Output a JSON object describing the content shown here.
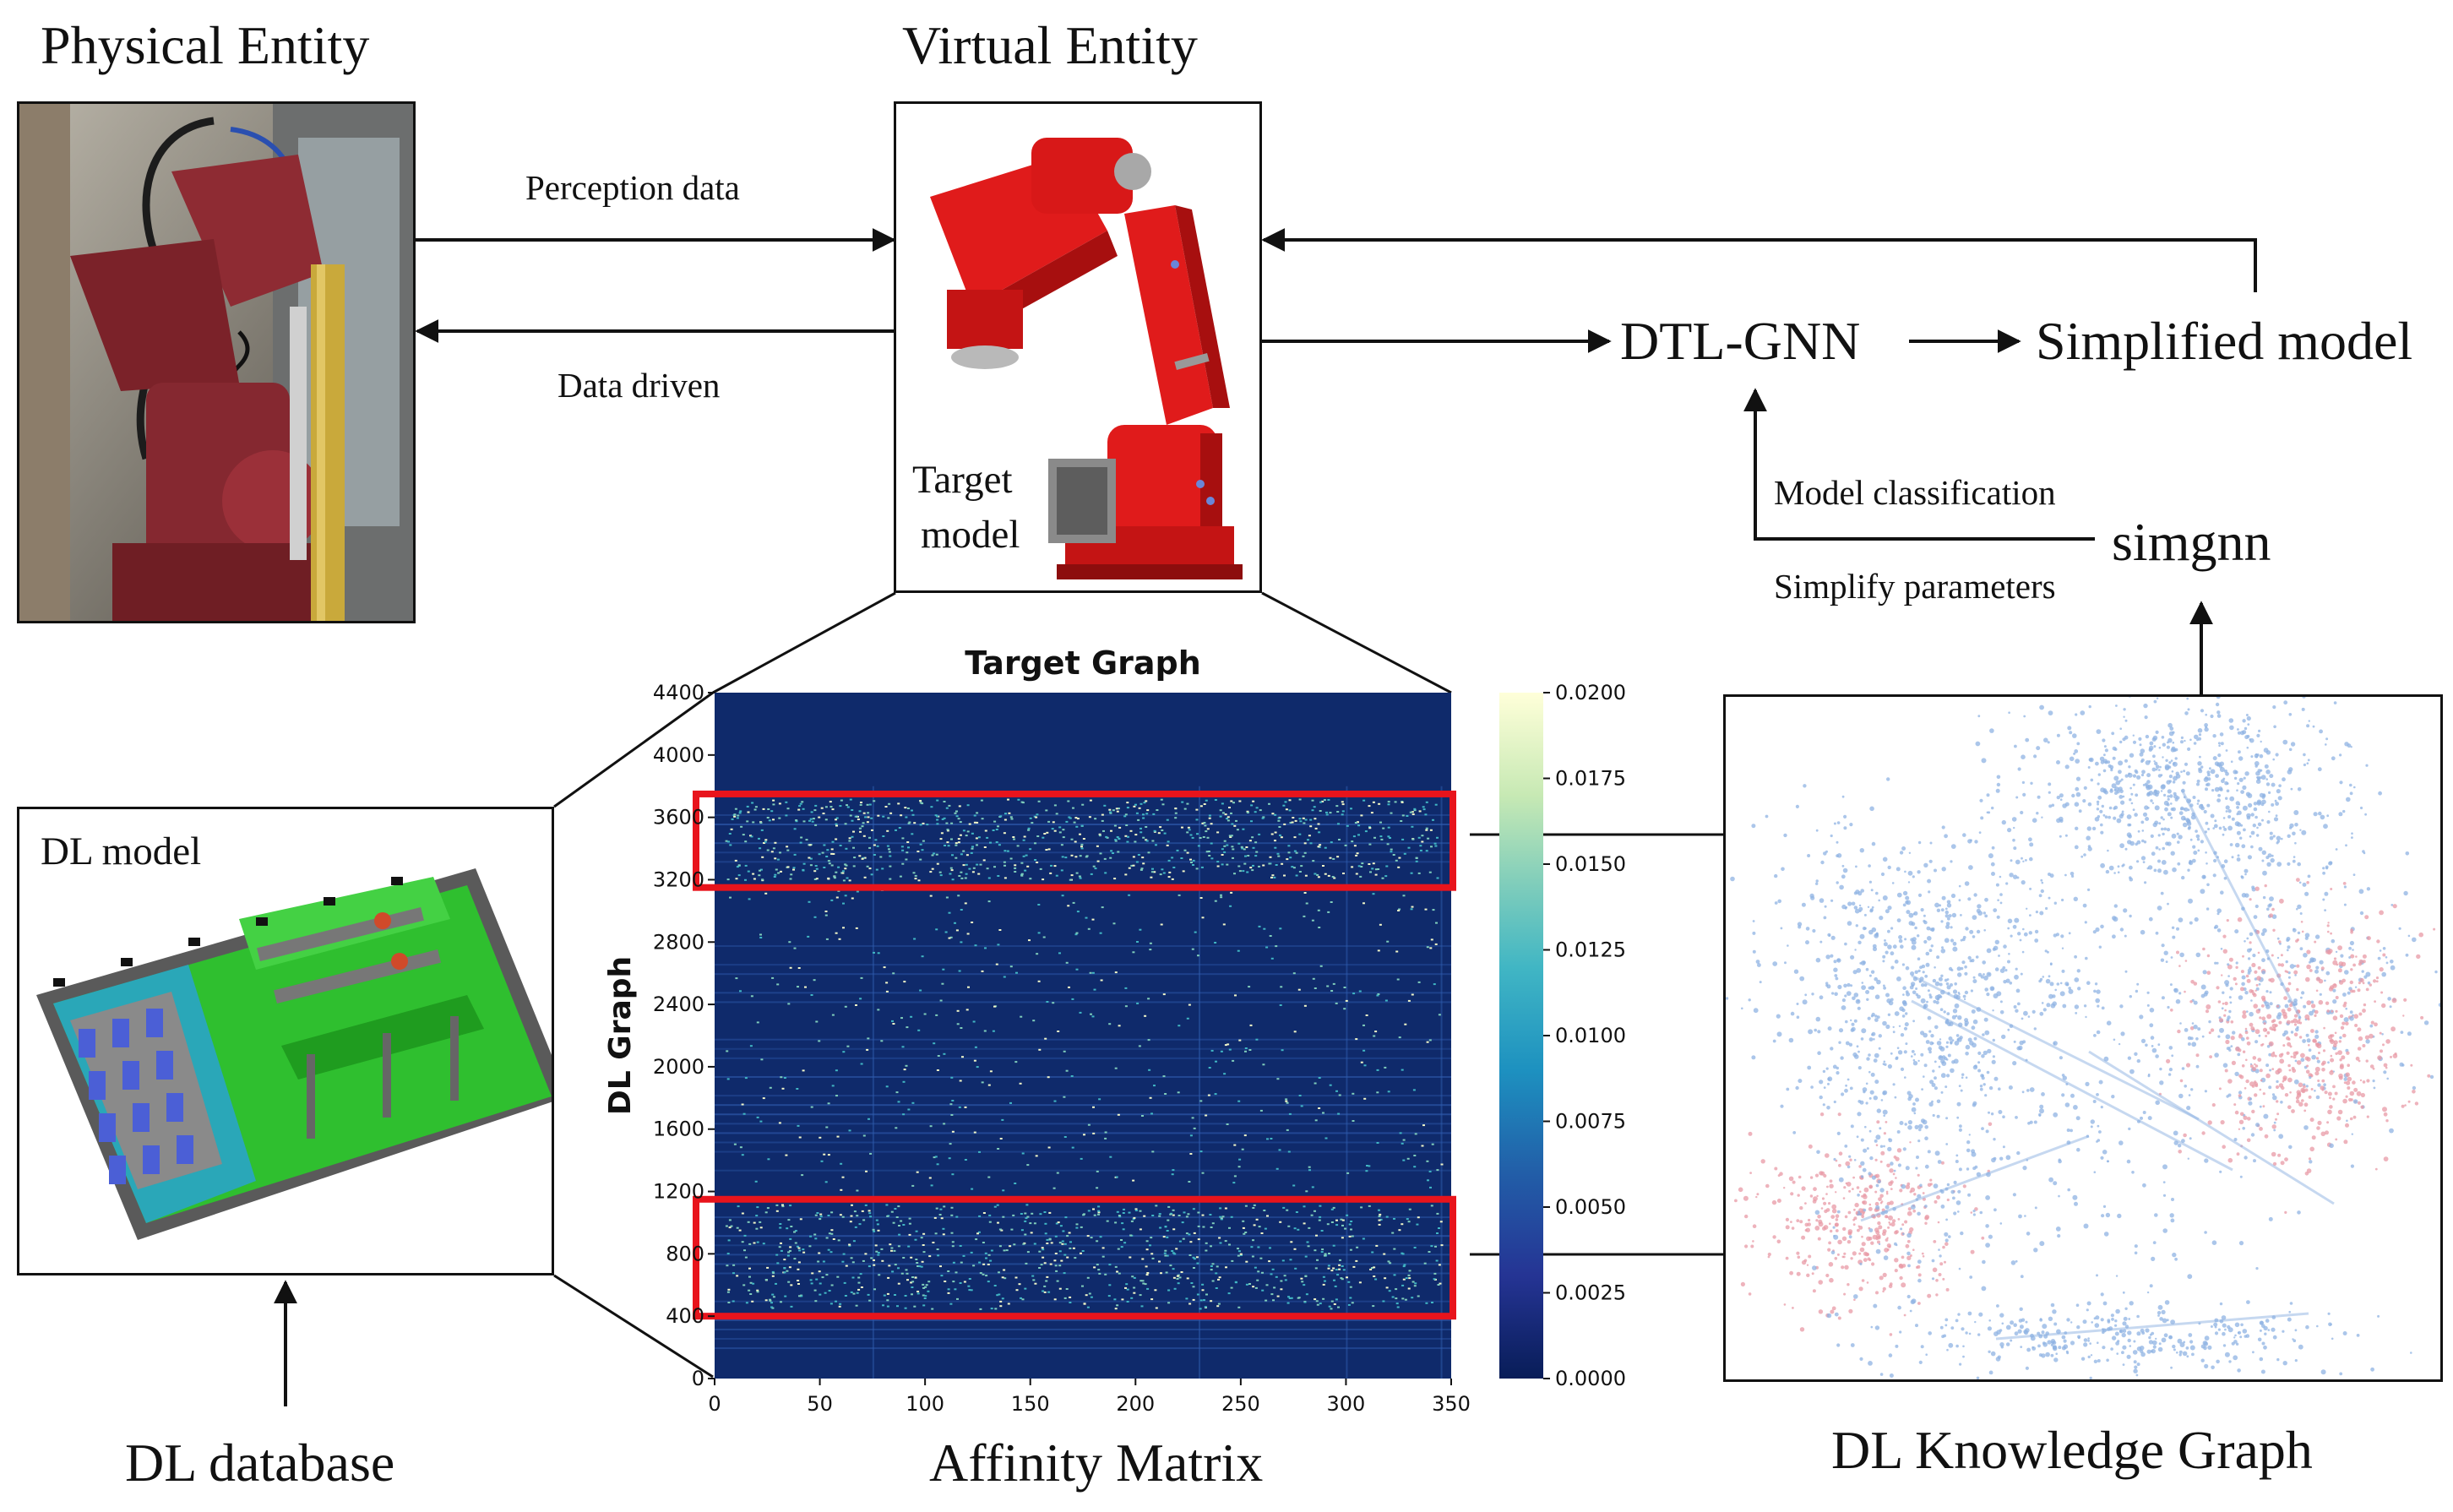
{
  "labels": {
    "physical_entity": "Physical Entity",
    "virtual_entity": "Virtual Entity",
    "perception_data": "Perception data",
    "data_driven": "Data driven",
    "target_model_line1": "Target",
    "target_model_line2": "model",
    "dtl_gnn": "DTL-GNN",
    "simplified_model": "Simplified model",
    "model_classification": "Model classification",
    "simplify_parameters": "Simplify parameters",
    "simgnn": "simgnn",
    "dl_model": "DL model",
    "dl_database": "DL database",
    "affinity_matrix": "Affinity Matrix",
    "dl_knowledge_graph": "DL Knowledge Graph"
  },
  "chart_data": {
    "type": "heatmap",
    "title": "Target Graph",
    "xlabel": "",
    "ylabel": "DL Graph",
    "xlim": [
      0,
      350
    ],
    "ylim": [
      0,
      4400
    ],
    "x_ticks": [
      "0",
      "50",
      "100",
      "150",
      "200",
      "250",
      "300",
      "350"
    ],
    "y_ticks": [
      "0",
      "400",
      "800",
      "1200",
      "1600",
      "2000",
      "2400",
      "2800",
      "3200",
      "3600",
      "4000",
      "4400"
    ],
    "colorbar": {
      "min": 0.0,
      "max": 0.02,
      "ticks": [
        "0.0000",
        "0.0025",
        "0.0050",
        "0.0075",
        "0.0100",
        "0.0125",
        "0.0150",
        "0.0175",
        "0.0200"
      ],
      "colormap": "YlGnBu"
    },
    "highlight_regions": [
      {
        "y_range": [
          3150,
          3750
        ],
        "color": "#e8141c"
      },
      {
        "y_range": [
          400,
          1150
        ],
        "color": "#e8141c"
      }
    ]
  },
  "colors": {
    "robot_red": "#e01b1b",
    "heatmap_bg": "#0f2a6b",
    "highlight": "#e8141c",
    "graph_blue": "#8fb3e3",
    "graph_red": "#e89aa6",
    "floor_green": "#2fbf2f"
  }
}
